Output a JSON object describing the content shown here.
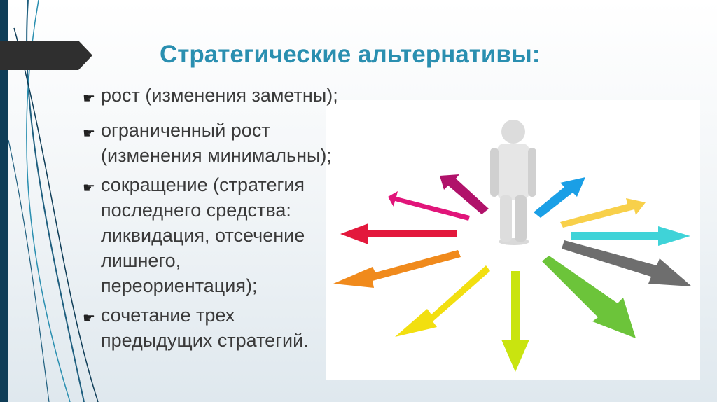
{
  "slide": {
    "title": "Стратегические альтернативы:",
    "bullets": [
      {
        "text": "рост (изменения заметны);"
      },
      {
        "text": "ограниченный рост\n(изменения минимальны);"
      },
      {
        "text": "сокращение (стратегия\nпоследнего средства:\nликвидация, отсечение\nлишнего,\nпереориентация);"
      },
      {
        "text": "сочетание трех\nпредыдущих стратегий."
      }
    ],
    "bullet_icon": "pointing-hand-icon"
  },
  "illustration": {
    "figure": "person-figure",
    "arrow_colors": [
      "#e1157a",
      "#b0126a",
      "#e3183c",
      "#f08a1c",
      "#f2df10",
      "#c9e40f",
      "#6cc43a",
      "#6e6e6e",
      "#3fd3d8",
      "#f8d04a",
      "#1a9fe6"
    ]
  },
  "colors": {
    "title": "#2a8fb0",
    "text": "#3a3a3a",
    "left_bar": "#0f3d57",
    "title_marker": "#2f2f2f"
  }
}
